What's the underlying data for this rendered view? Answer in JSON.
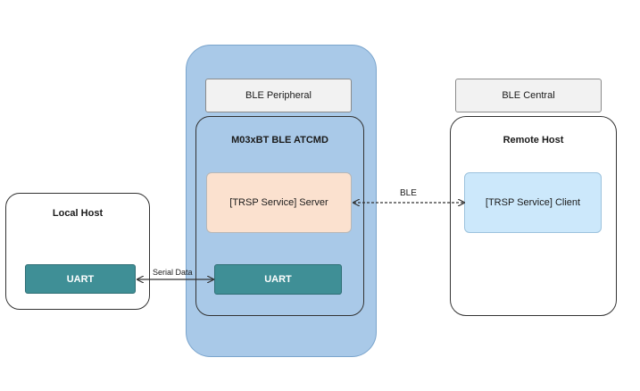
{
  "module": {
    "peripheral_label": "BLE Peripheral",
    "title": "M03xBT BLE ATCMD",
    "server_label": "[TRSP Service]  Server",
    "uart_label": "UART"
  },
  "local_host": {
    "title": "Local Host",
    "uart_label": "UART"
  },
  "remote": {
    "central_label": "BLE Central",
    "title": "Remote Host",
    "client_label": "[TRSP Service]  Client"
  },
  "connections": {
    "ble_label": "BLE",
    "serial_label": "Serial Data"
  },
  "colors": {
    "module_fill": "#a9c9e8",
    "server_fill": "#fbe1cf",
    "client_fill": "#cce8fb",
    "uart_fill": "#3f8f96",
    "label_box_fill": "#f2f2f2"
  }
}
